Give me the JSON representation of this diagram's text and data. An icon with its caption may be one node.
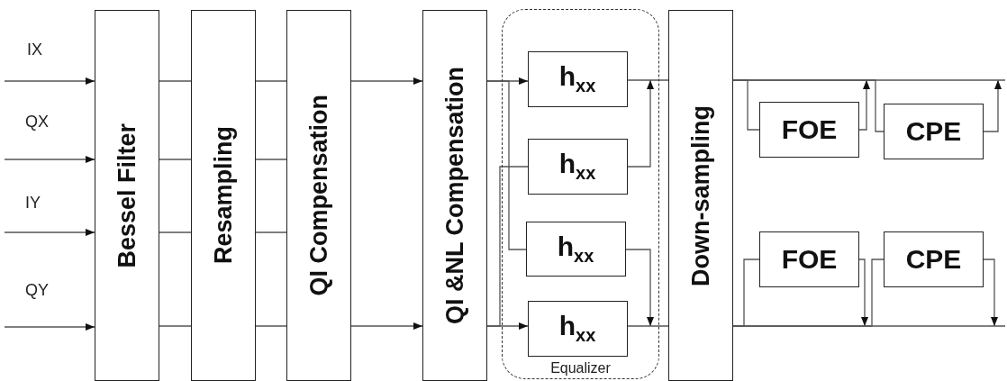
{
  "diagram": {
    "nodes": [
      {
        "text": [
          "Bessel Filter"
        ]
      },
      {
        "text": [
          "Resampling"
        ]
      },
      {
        "text": [
          "QI Compensation"
        ]
      },
      {
        "text": [
          "QI &NL Compensation"
        ]
      },
      {
        "text": [
          "Equalizer"
        ]
      },
      {
        "text": [
          "h$_{xx}$"
        ],
        "in": 4
      },
      {
        "text": [
          "h$_{xx}$"
        ],
        "in": 4
      },
      {
        "text": [
          "h$_{xx}$"
        ],
        "in": 4
      },
      {
        "text": [
          "h$_{xx}$"
        ],
        "in": 4
      },
      {
        "text": [
          "Down-sampling"
        ]
      },
      {
        "text": [
          "FOE"
        ]
      },
      {
        "text": [
          "CPE"
        ]
      },
      {
        "text": [
          "FOE"
        ]
      },
      {
        "text": [
          "CPE"
        ]
      }
    ],
    "edges": [
      {
        "from": null,
        "to": 0,
        "arrow": "to"
      },
      {
        "from": null,
        "to": 0,
        "arrow": "to"
      },
      {
        "from": null,
        "to": 0,
        "arrow": "to"
      },
      {
        "from": null,
        "to": 0,
        "arrow": "to"
      },
      {
        "from": 0,
        "to": 1,
        "arrow": "none"
      },
      {
        "from": 0,
        "to": 1,
        "arrow": "none"
      },
      {
        "from": 0,
        "to": 1,
        "arrow": "none"
      },
      {
        "from": 0,
        "to": 1,
        "arrow": "none"
      },
      {
        "from": 1,
        "to": 2,
        "arrow": "none"
      },
      {
        "from": 1,
        "to": 2,
        "arrow": "none"
      },
      {
        "from": 1,
        "to": 2,
        "arrow": "none"
      },
      {
        "from": 1,
        "to": 2,
        "arrow": "none"
      },
      {
        "from": 2,
        "to": 3,
        "arrow": "to"
      },
      {
        "from": 2,
        "to": 3,
        "arrow": "to"
      },
      {
        "from": 3,
        "to": 5,
        "arrow": "to"
      },
      {
        "from": 3,
        "to": 7,
        "arrow": "none"
      },
      {
        "from": 3,
        "to": 6,
        "arrow": "none"
      },
      {
        "from": 3,
        "to": 8,
        "arrow": "to"
      },
      {
        "from": 5,
        "to": 9,
        "arrow": "none"
      },
      {
        "from": 6,
        "to": null,
        "arrow": "to"
      },
      {
        "from": 7,
        "to": null,
        "arrow": "to"
      },
      {
        "from": 8,
        "to": 9,
        "arrow": "none"
      },
      {
        "from": 9,
        "to": 10,
        "arrow": "none"
      },
      {
        "from": 10,
        "to": null,
        "arrow": "to"
      },
      {
        "from": 9,
        "to": 11,
        "arrow": "none"
      },
      {
        "from": 11,
        "to": null,
        "arrow": "to"
      },
      {
        "from": 9,
        "to": null,
        "arrow": "none"
      },
      {
        "from": 9,
        "to": 12,
        "arrow": "none"
      },
      {
        "from": 12,
        "to": null,
        "arrow": "to"
      },
      {
        "from": 9,
        "to": 13,
        "arrow": "none"
      },
      {
        "from": 13,
        "to": null,
        "arrow": "to"
      },
      {
        "from": 9,
        "to": null,
        "arrow": "none"
      }
    ],
    "labels": [
      "IX",
      "QX",
      "IY",
      "QY"
    ]
  }
}
